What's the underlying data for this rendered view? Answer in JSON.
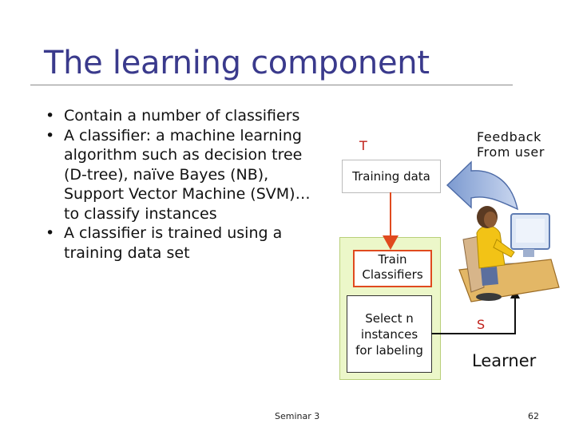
{
  "slide": {
    "title": "The learning component",
    "bullets": [
      "Contain a number of classifiers",
      "A classifier: a machine learning algorithm such as decision tree (D-tree), naïve Bayes (NB), Support Vector Machine (SVM)…to classify instances",
      "A classifier is trained using a training data set"
    ],
    "footer_left": "Seminar 3",
    "footer_right": "62"
  },
  "diagram": {
    "label_T": "T",
    "training_data": "Training data",
    "train_classifiers": "Train\nClassifiers",
    "select_instances": "Select n\ninstances\nfor labeling",
    "label_S": "S",
    "feedback": "Feedback\nFrom user",
    "learner": "Learner"
  },
  "colors": {
    "title": "#3a3a8c",
    "accent_red": "#e04a1e",
    "panel_green": "#ecf7c9",
    "arrow_blue": "#6f8fc7"
  }
}
